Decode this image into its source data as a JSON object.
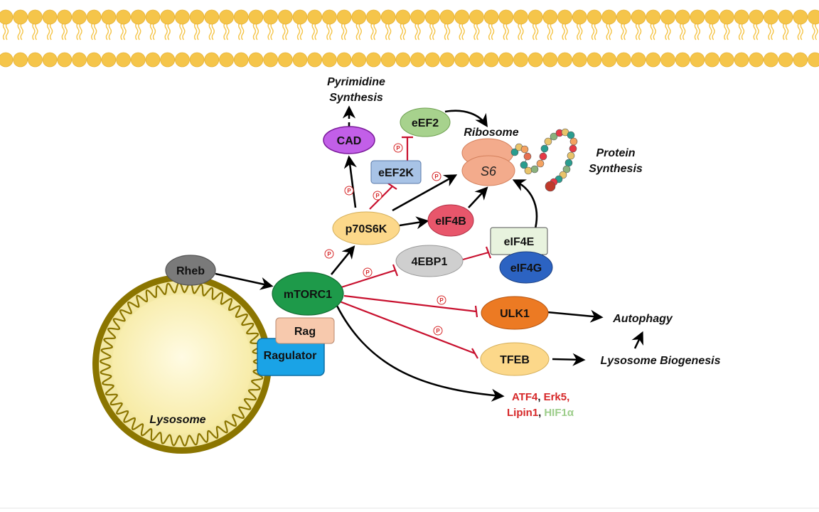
{
  "membrane": {
    "label": ""
  },
  "nodes": {
    "rheb": "Rheb",
    "mtorc1": "mTORC1",
    "rag": "Rag",
    "ragulator": "Ragulator",
    "lysosome": "Lysosome",
    "p70s6k": "p70S6K",
    "cad": "CAD",
    "pyrimidine_line1": "Pyrimidine",
    "pyrimidine_line2": "Synthesis",
    "eef2": "eEF2",
    "eef2k": "eEF2K",
    "ribosome": "Ribosome",
    "s6": "S6",
    "protein_line1": "Protein",
    "protein_line2": "Synthesis",
    "eif4b": "eIF4B",
    "eif4e": "eIF4E",
    "eif4g": "eIF4G",
    "4ebp1": "4EBP1",
    "ulk1": "ULK1",
    "autophagy": "Autophagy",
    "tfeb": "TFEB",
    "lysosome_biogenesis": "Lysosome Biogenesis",
    "atf4": "ATF4",
    "comma1": ",",
    "erk5": "Erk5,",
    "lipin1": "Lipin1",
    "comma2": ",",
    "hif1a": "HIF1α"
  },
  "phospho_symbol": "P",
  "colors": {
    "membrane": "#f5c54a",
    "lysosome_fill": "#fbf3c4",
    "lysosome_ring": "#8b7500",
    "inhibition": "#c8102e",
    "activation": "#000000",
    "mtorc1": "#1e9a4a",
    "rheb": "#7a7a7a",
    "rag": "#f7c9ad",
    "ragulator": "#1aa3e6",
    "p70s6k": "#fcd88a",
    "cad": "#c25fe8",
    "eef2": "#a7d28d",
    "eef2k": "#a8c3e6",
    "ribosome": "#f3ab8c",
    "eif4b": "#e8566b",
    "eif4e": "#e8f3de",
    "eif4g": "#2c63c2",
    "4ebp1": "#cfcfcf",
    "ulk1": "#ec7a23",
    "tfeb": "#fcd88a",
    "atf4": "#d62728",
    "hif1a": "#9ccd8a"
  }
}
